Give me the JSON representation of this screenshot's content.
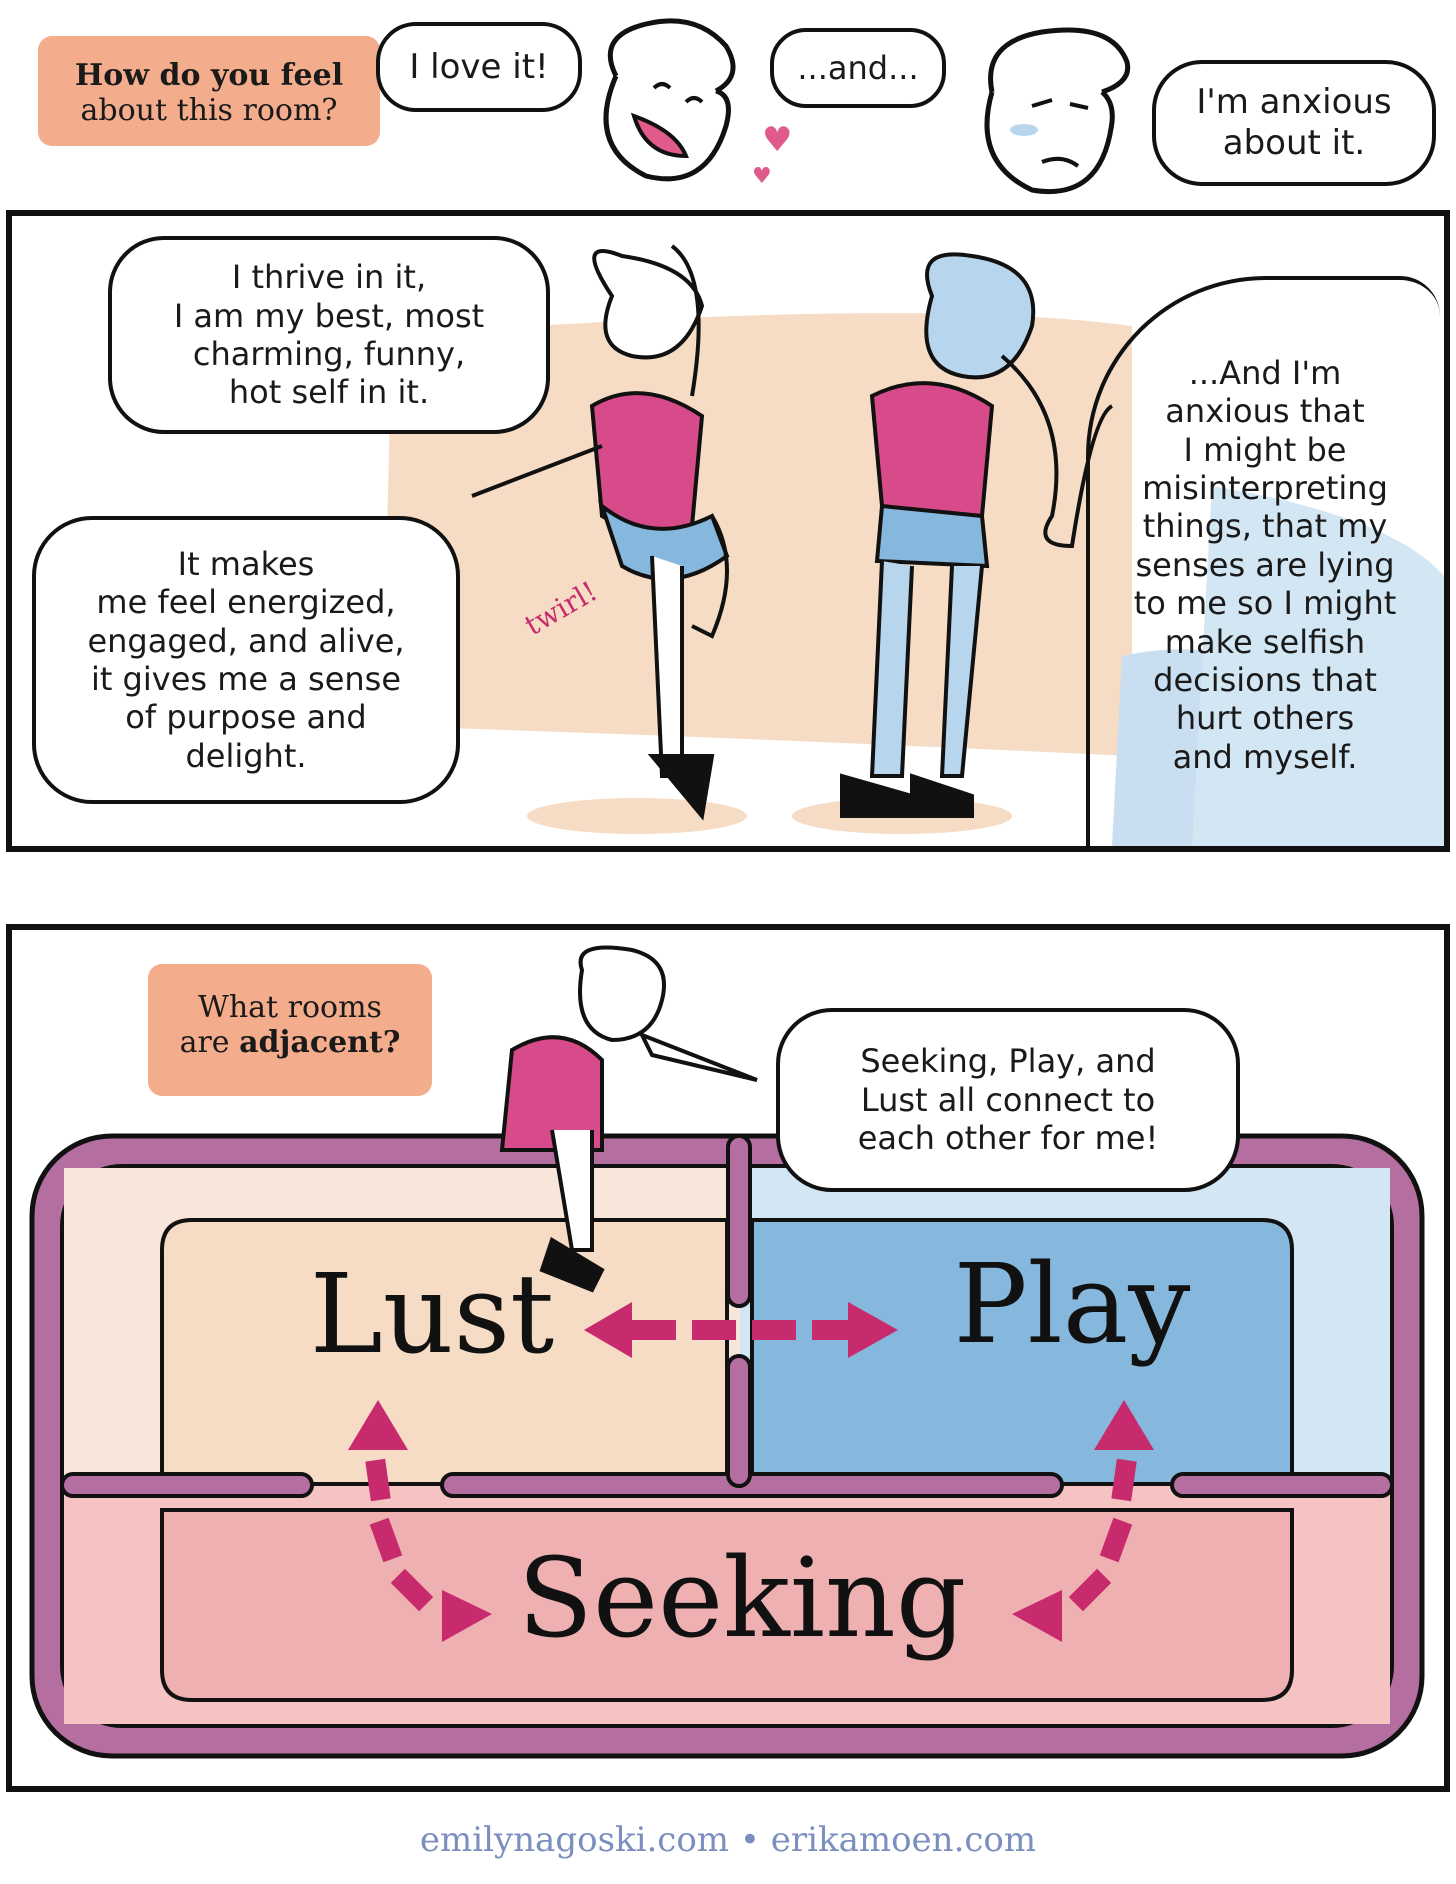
{
  "row1": {
    "caption_line1": "How do you feel",
    "caption_line2": "about this room?",
    "bubble_love": "I love it!",
    "bubble_and": "...and...",
    "bubble_anxious": "I'm anxious\nabout it."
  },
  "panel1": {
    "bubble_thrive": "I thrive in it,\nI am my best, most\ncharming, funny,\nhot self in it.",
    "bubble_energized": "It makes\nme feel energized,\nengaged, and alive,\nit gives me a sense\nof purpose and\ndelight.",
    "bubble_worry": "...And I'm\nanxious that\nI might be\nmisinterpreting\nthings, that my\nsenses are lying\nto me so I might\nmake selfish\ndecisions that\nhurt others\nand myself.",
    "twirl_label": "twirl!"
  },
  "panel2": {
    "caption_line1": "What rooms",
    "caption_line2_plain": "are ",
    "caption_line2_bold": "adjacent?",
    "bubble_connect": "Seeking, Play, and\nLust all connect to\neach other for me!",
    "room_lust": "Lust",
    "room_play": "Play",
    "room_seeking": "Seeking"
  },
  "colors": {
    "caption": "#f4ad8c",
    "frame_purple": "#b46ea0",
    "lust_room": "#f6dcc4",
    "play_room": "#86b7dc",
    "seeking_room": "#eeb0b0",
    "arrow_magenta": "#c82a6e",
    "shirt_pink": "#d84b8a",
    "skin_blue": "#b7d6ee"
  },
  "footer": {
    "text": "emilynagoski.com • erikamoen.com"
  }
}
